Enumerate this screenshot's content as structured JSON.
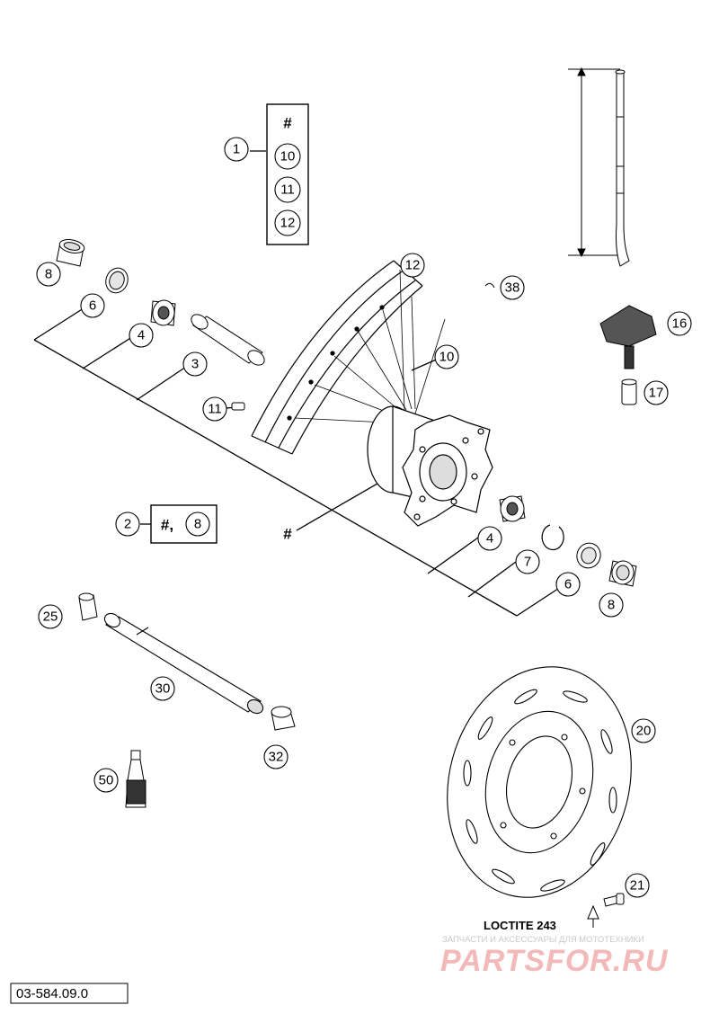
{
  "kit_box": {
    "items": [
      "#",
      "10",
      "11",
      "12"
    ],
    "callout": "1"
  },
  "kit_box_2": {
    "callout": "2",
    "hash": "#,",
    "item": "8"
  },
  "callouts": {
    "c8_top": "8",
    "c6_top": "6",
    "c4_top": "4",
    "c3": "3",
    "c11": "11",
    "c12_rim": "12",
    "c10_spokes": "10",
    "c38": "38",
    "c16": "16",
    "c17": "17",
    "c4_bottom": "4",
    "c7": "7",
    "c6_bottom": "6",
    "c8_bottom": "8",
    "c25": "25",
    "c30": "30",
    "c32": "32",
    "c50": "50",
    "c20": "20",
    "c21": "21"
  },
  "hash_label": "#",
  "loctite_label": "LOCTITE 243",
  "watermark": {
    "line1": "ЗАПЧАСТИ И АКСЕССУАРЫ ДЛЯ МОТОТЕХНИКИ",
    "logo": "PARTSFOR.RU"
  },
  "drawing_code": "03-584.09.0"
}
